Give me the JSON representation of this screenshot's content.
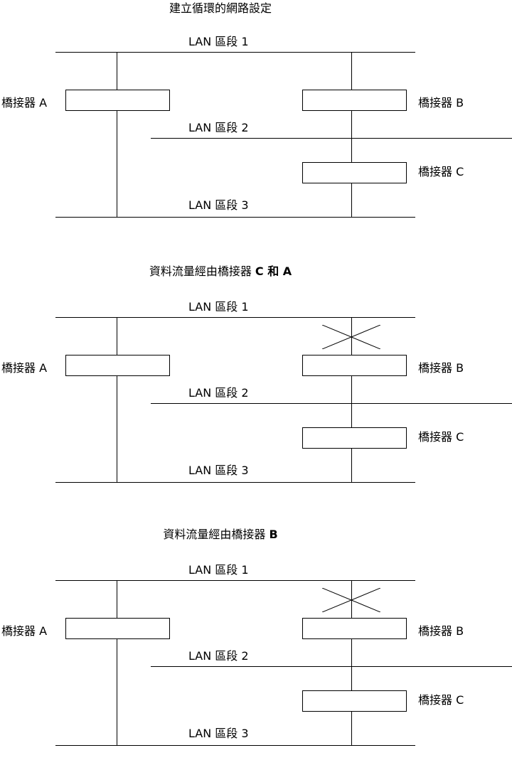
{
  "panels": [
    {
      "title": "建立循環的網路設定",
      "title_bold": "",
      "title_suffix": "",
      "segment1": "LAN 區段 1",
      "segment2": "LAN 區段 2",
      "segment3": "LAN 區段 3",
      "bridge_a": "橋接器 A",
      "bridge_b": "橋接器 B",
      "bridge_c": "橋接器 C",
      "bridge_b_blocked": false
    },
    {
      "title": "資料流量經由橋接器 ",
      "title_bold": "C",
      "title_suffix": " 和 A",
      "segment1": "LAN 區段 1",
      "segment2": "LAN 區段 2",
      "segment3": "LAN 區段 3",
      "bridge_a": "橋接器 A",
      "bridge_b": "橋接器 B",
      "bridge_c": "橋接器 C",
      "bridge_b_blocked": true
    },
    {
      "title": "資料流量經由橋接器 ",
      "title_bold": "B",
      "title_suffix": "",
      "segment1": "LAN 區段 1",
      "segment2": "LAN 區段 2",
      "segment3": "LAN 區段 3",
      "bridge_a": "橋接器 A",
      "bridge_b": "橋接器 B",
      "bridge_c": "橋接器 C",
      "bridge_b_blocked": true
    }
  ]
}
